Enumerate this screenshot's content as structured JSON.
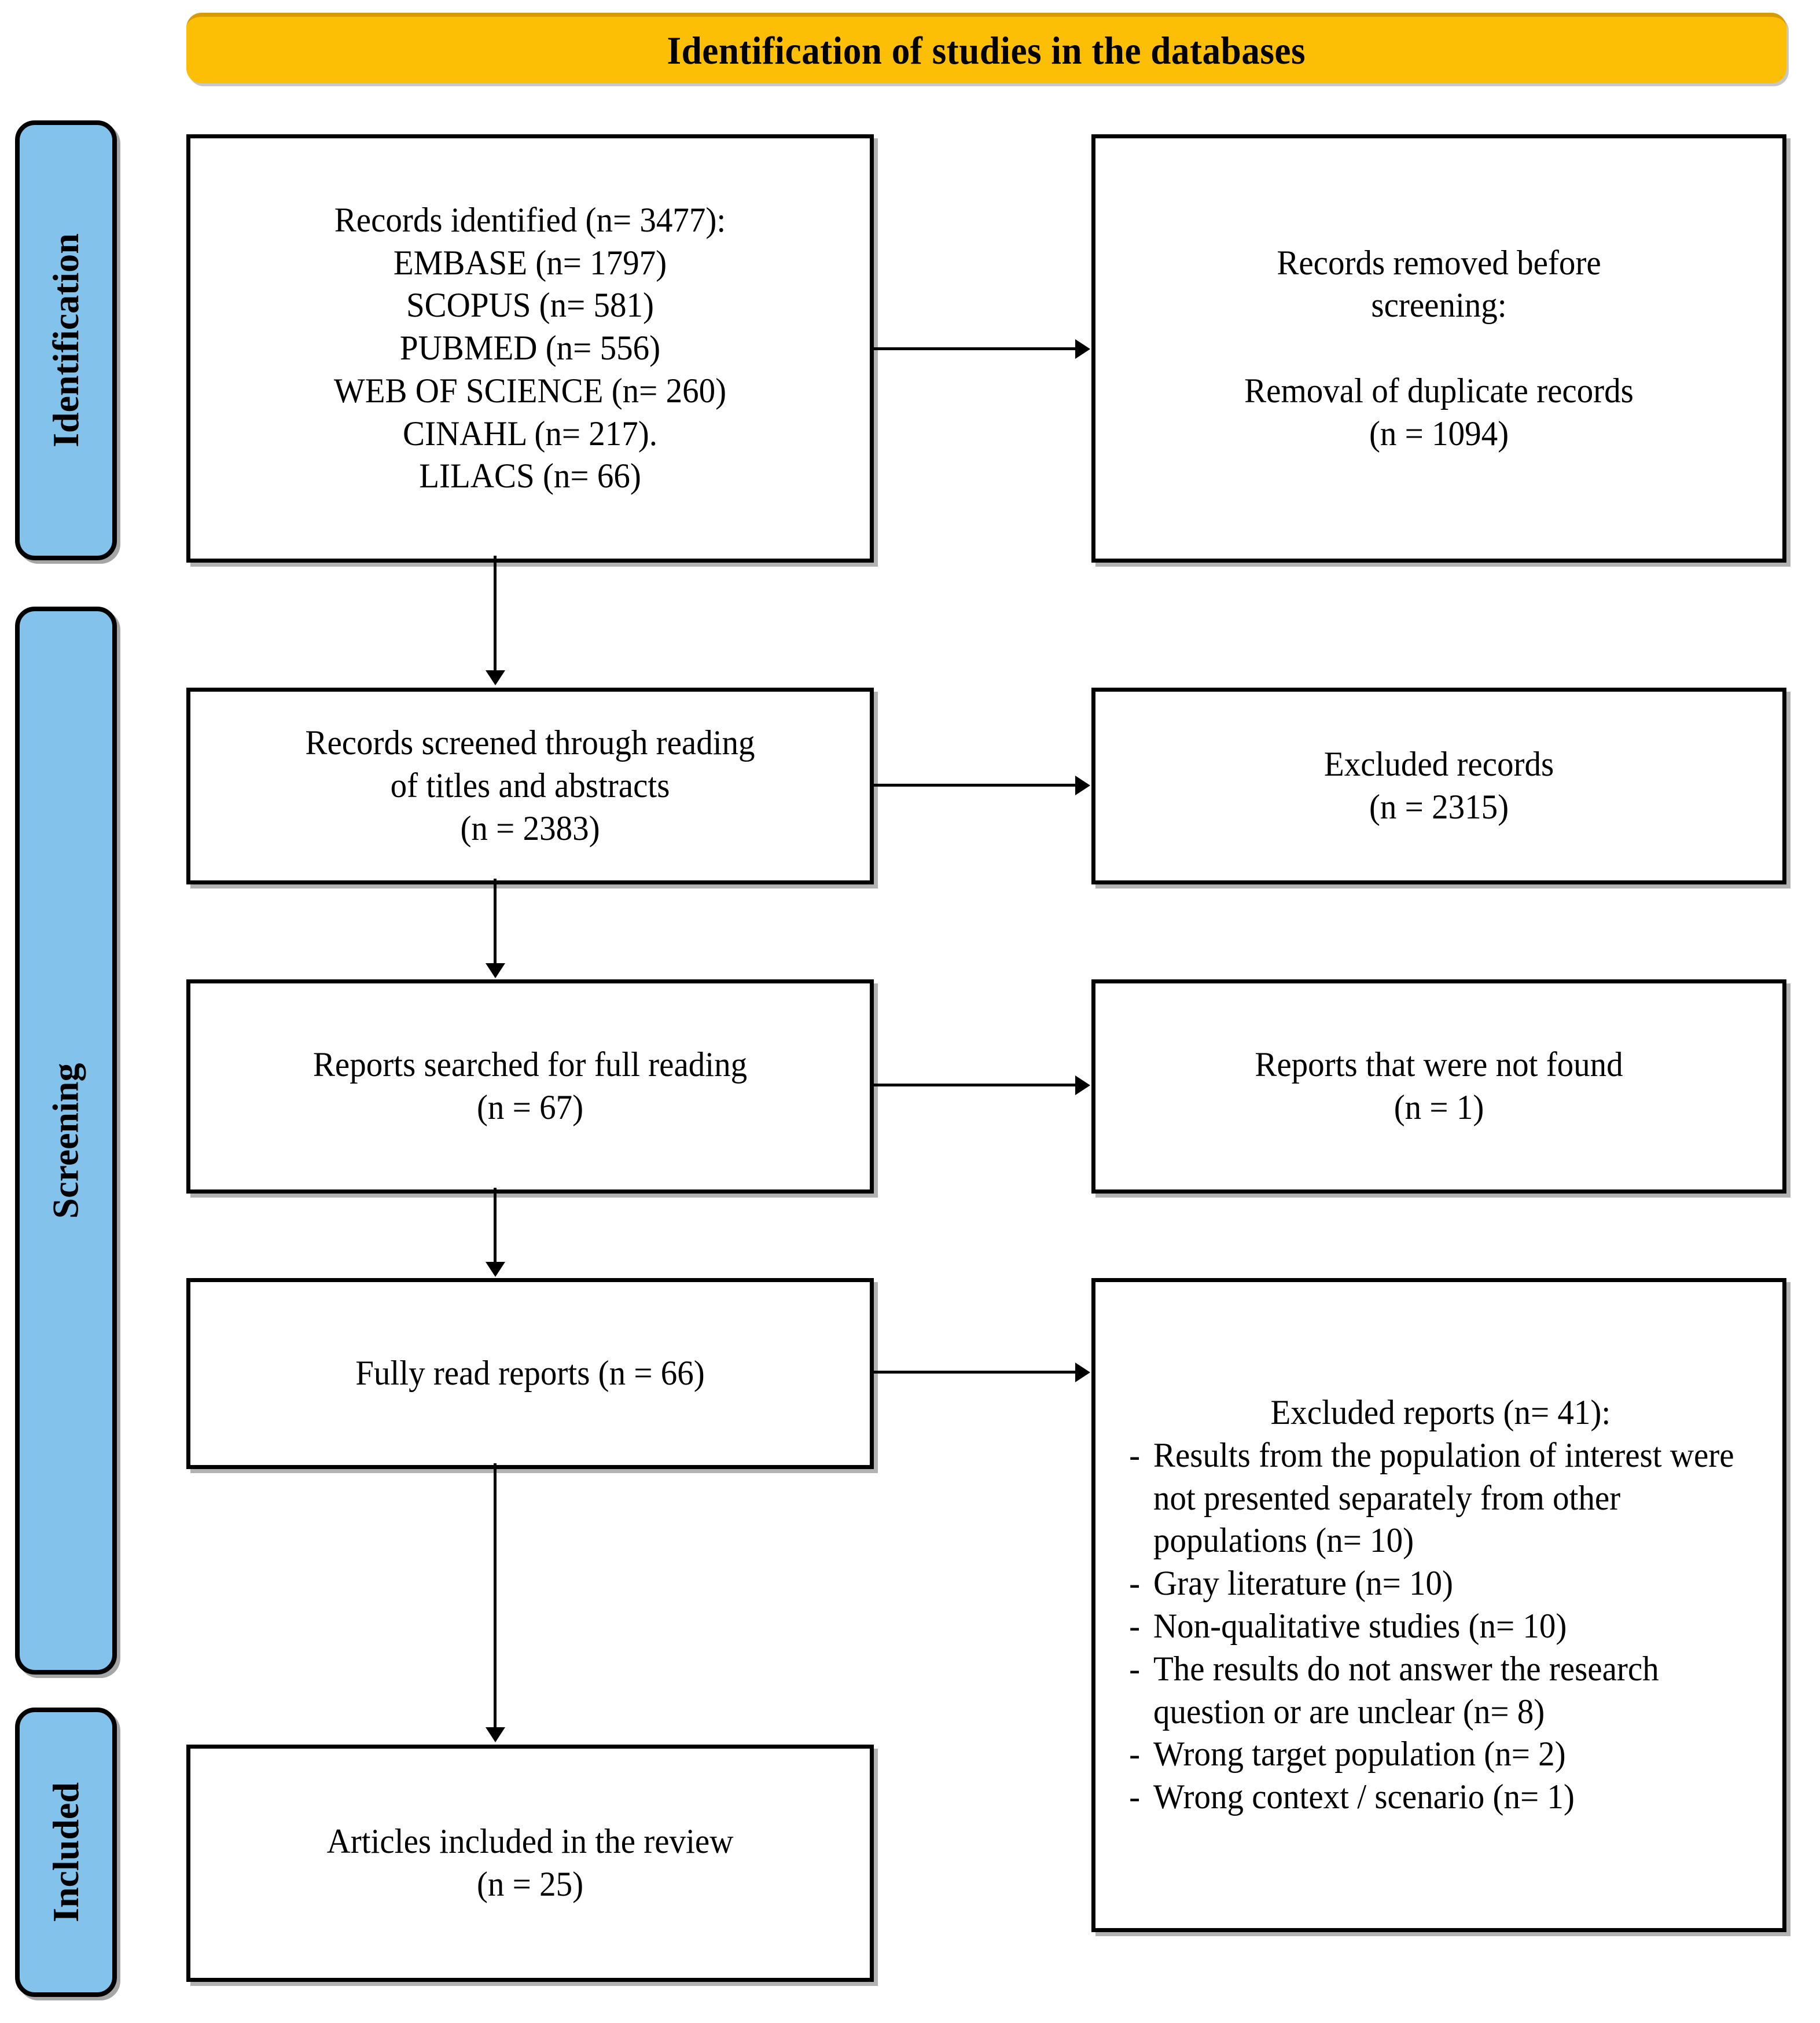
{
  "banner": {
    "title": "Identification of studies in the databases",
    "color": "#FCBF06"
  },
  "stages": {
    "color": "#82C2EB",
    "items": [
      {
        "id": "identification",
        "label": "Identification"
      },
      {
        "id": "screening",
        "label": "Screening"
      },
      {
        "id": "included",
        "label": "Included"
      }
    ]
  },
  "boxes": {
    "identified": {
      "lines": [
        "Records identified (n= 3477):",
        "EMBASE (n= 1797)",
        "SCOPUS (n= 581)",
        "PUBMED (n= 556)",
        "WEB OF SCIENCE (n= 260)",
        "CINAHL (n= 217).",
        "LILACS (n= 66)"
      ]
    },
    "removed": {
      "lines": [
        "Records removed before",
        "screening:",
        "",
        "Removal of duplicate records",
        "(n = 1094)"
      ]
    },
    "screened": {
      "lines": [
        "Records screened through reading",
        "of titles and abstracts",
        "(n = 2383)"
      ]
    },
    "excluded_records": {
      "lines": [
        "Excluded records",
        "(n = 2315)"
      ]
    },
    "searched": {
      "lines": [
        "Reports searched for full reading",
        "(n = 67)"
      ]
    },
    "not_found": {
      "lines": [
        "Reports that were not found",
        "(n = 1)"
      ]
    },
    "fully_read": {
      "lines": [
        "Fully read reports (n = 66)"
      ]
    },
    "excluded_reports": {
      "title": "Excluded reports (n= 41):",
      "dash": "-",
      "items": [
        "Results from the population of interest were not presented separately from other populations (n= 10)",
        "Gray literature (n= 10)",
        "Non-qualitative studies (n= 10)",
        "The results do not answer the research question or are unclear (n= 8)",
        "Wrong target population (n= 2)",
        "Wrong context / scenario (n= 1)"
      ]
    },
    "articles": {
      "lines": [
        "Articles included in the review",
        "(n = 25)"
      ]
    }
  },
  "chart_data": {
    "type": "diagram",
    "title": "PRISMA flow diagram: Identification of studies in the databases",
    "stages": [
      "Identification",
      "Screening",
      "Included"
    ],
    "nodes": [
      {
        "id": "identified",
        "stage": "Identification",
        "label": "Records identified",
        "n": 3477,
        "breakdown": [
          {
            "source": "EMBASE",
            "n": 1797
          },
          {
            "source": "SCOPUS",
            "n": 581
          },
          {
            "source": "PUBMED",
            "n": 556
          },
          {
            "source": "WEB OF SCIENCE",
            "n": 260
          },
          {
            "source": "CINAHL",
            "n": 217
          },
          {
            "source": "LILACS",
            "n": 66
          }
        ]
      },
      {
        "id": "removed",
        "stage": "Identification",
        "label": "Records removed before screening: Removal of duplicate records",
        "n": 1094
      },
      {
        "id": "screened",
        "stage": "Screening",
        "label": "Records screened through reading of titles and abstracts",
        "n": 2383
      },
      {
        "id": "excluded_records",
        "stage": "Screening",
        "label": "Excluded records",
        "n": 2315
      },
      {
        "id": "searched",
        "stage": "Screening",
        "label": "Reports searched for full reading",
        "n": 67
      },
      {
        "id": "not_found",
        "stage": "Screening",
        "label": "Reports that were not found",
        "n": 1
      },
      {
        "id": "fully_read",
        "stage": "Screening",
        "label": "Fully read reports",
        "n": 66
      },
      {
        "id": "excluded_reports",
        "stage": "Screening",
        "label": "Excluded reports",
        "n": 41,
        "breakdown": [
          {
            "reason": "Results from the population of interest were not presented separately from other populations",
            "n": 10
          },
          {
            "reason": "Gray literature",
            "n": 10
          },
          {
            "reason": "Non-qualitative studies",
            "n": 10
          },
          {
            "reason": "The results do not answer the research question or are unclear",
            "n": 8
          },
          {
            "reason": "Wrong target population",
            "n": 2
          },
          {
            "reason": "Wrong context / scenario",
            "n": 1
          }
        ]
      },
      {
        "id": "articles",
        "stage": "Included",
        "label": "Articles included in the review",
        "n": 25
      }
    ],
    "edges": [
      {
        "from": "identified",
        "to": "removed",
        "direction": "right"
      },
      {
        "from": "identified",
        "to": "screened",
        "direction": "down"
      },
      {
        "from": "screened",
        "to": "excluded_records",
        "direction": "right"
      },
      {
        "from": "screened",
        "to": "searched",
        "direction": "down"
      },
      {
        "from": "searched",
        "to": "not_found",
        "direction": "right"
      },
      {
        "from": "searched",
        "to": "fully_read",
        "direction": "down"
      },
      {
        "from": "fully_read",
        "to": "excluded_reports",
        "direction": "right"
      },
      {
        "from": "fully_read",
        "to": "articles",
        "direction": "down"
      }
    ]
  }
}
